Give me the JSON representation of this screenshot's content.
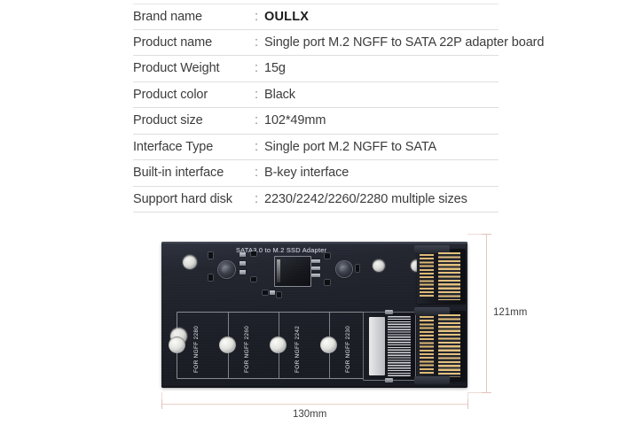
{
  "spec_table": {
    "separator": ":",
    "rows": [
      {
        "label": "Brand name",
        "value": "OULLX",
        "bold": true
      },
      {
        "label": "Product name",
        "value": "Single port M.2 NGFF to SATA 22P adapter board",
        "bold": false
      },
      {
        "label": "Product Weight",
        "value": "15g",
        "bold": false
      },
      {
        "label": "Product color",
        "value": "Black",
        "bold": false
      },
      {
        "label": "Product size",
        "value": "102*49mm",
        "bold": false
      },
      {
        "label": "Interface Type",
        "value": "Single port M.2 NGFF to SATA",
        "bold": false
      },
      {
        "label": "Built-in interface",
        "value": "B-key interface",
        "bold": false
      },
      {
        "label": "Support hard disk",
        "value": "2230/2242/2260/2280 multiple sizes",
        "bold": false
      }
    ]
  },
  "product_image": {
    "silkscreen_title": "SATA3.0 to M.2 SSD Adapter",
    "standoff_labels": [
      "FOR NGFF 2280",
      "FOR NGFF 2260",
      "FOR NGFF 2242",
      "FOR NGFF 2230"
    ],
    "dimensions": {
      "height_label": "121mm",
      "width_label": "130mm"
    },
    "colors": {
      "pcb": "#1c1f27",
      "silkscreen": "#e6e8ee",
      "gold_pin": "#dcb877",
      "dimension_line": "#e3c9c2",
      "background": "#ffffff"
    }
  }
}
